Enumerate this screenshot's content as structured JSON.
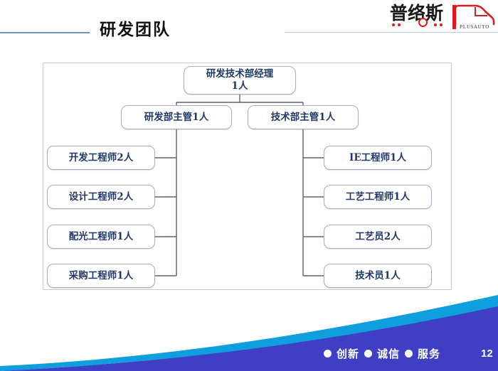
{
  "slide": {
    "title": "研发团队",
    "page_number": "12"
  },
  "logo": {
    "wordmark": "普络斯",
    "sub_text": "PLUSAUTO",
    "brand_red": "#d81f1f",
    "brand_black": "#1a1a1a",
    "icon": "truck-outline-icon"
  },
  "orgchart": {
    "type": "hierarchy",
    "root": {
      "line1": "研发技术部经理",
      "line2": "1人",
      "text": "研发技术部经理\n1人"
    },
    "supervisors": [
      {
        "label": "研发部主管1人",
        "side": "left"
      },
      {
        "label": "技术部主管1人",
        "side": "right"
      }
    ],
    "left_branch": [
      {
        "label": "开发工程师2人"
      },
      {
        "label": "设计工程师2人"
      },
      {
        "label": "配光工程师1人"
      },
      {
        "label": "采购工程师1人"
      }
    ],
    "right_branch": [
      {
        "label": "IE工程师1人"
      },
      {
        "label": "工艺工程师1人"
      },
      {
        "label": "工艺员2人"
      },
      {
        "label": "技术员1人"
      }
    ],
    "node_text_color": "#1f3864",
    "node_border_color": "#a9aeb8",
    "frame_border_color": "#c9c9c9"
  },
  "footer": {
    "tagline": [
      {
        "bullet": "bullet-dot",
        "word": "创新"
      },
      {
        "bullet": "bullet-dot",
        "word": "诚信"
      },
      {
        "bullet": "bullet-dot",
        "word": "服务"
      }
    ],
    "swoosh_light": "#0f9ede",
    "swoosh_dark": "#3e3fc4"
  },
  "header": {
    "rule_left_color": "#6d93c4",
    "rule_right_color": "#b9cde4"
  }
}
